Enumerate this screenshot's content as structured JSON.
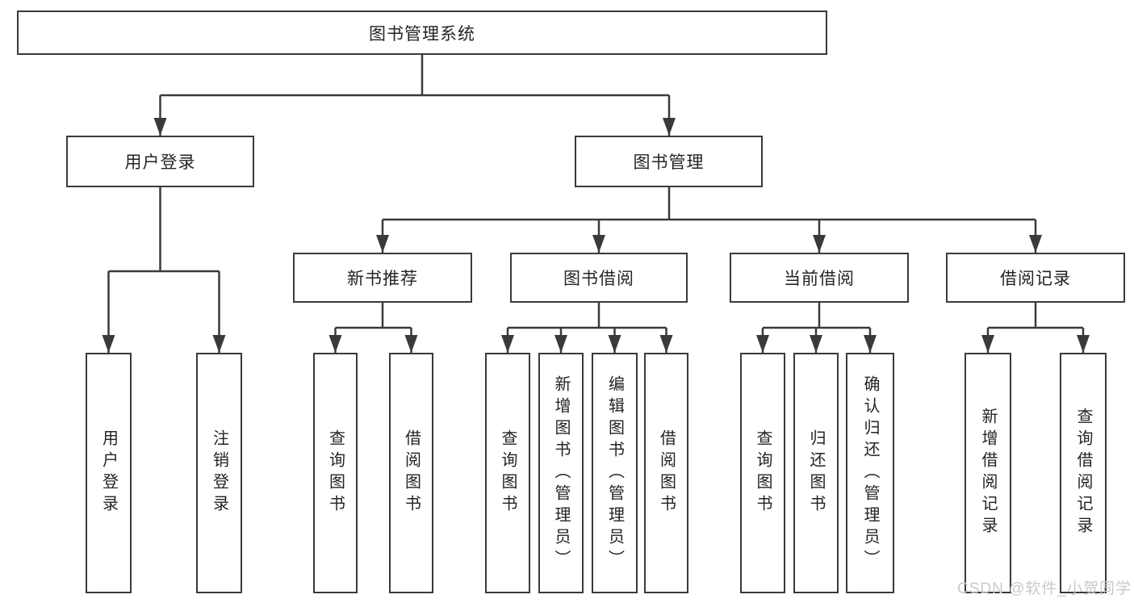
{
  "diagram": {
    "root": "图书管理系统",
    "level2": {
      "user": "用户登录",
      "book": "图书管理"
    },
    "level3": {
      "newbook": "新书推荐",
      "borrow": "图书借阅",
      "current": "当前借阅",
      "record": "借阅记录"
    },
    "leaves": {
      "user": [
        "用户登录",
        "注销登录"
      ],
      "newbook": [
        "查询图书",
        "借阅图书"
      ],
      "borrow": [
        "查询图书",
        "新增图书（管理员）",
        "编辑图书（管理员）",
        "借阅图书"
      ],
      "current": [
        "查询图书",
        "归还图书",
        "确认归还（管理员）"
      ],
      "record": [
        "新增借阅记录",
        "查询借阅记录"
      ]
    }
  },
  "watermark": "CSDN @软件_小贺同学",
  "colors": {
    "line": "#3a3a3a",
    "text": "#242424",
    "watermark": "#c9c9c9",
    "background": "#ffffff"
  }
}
